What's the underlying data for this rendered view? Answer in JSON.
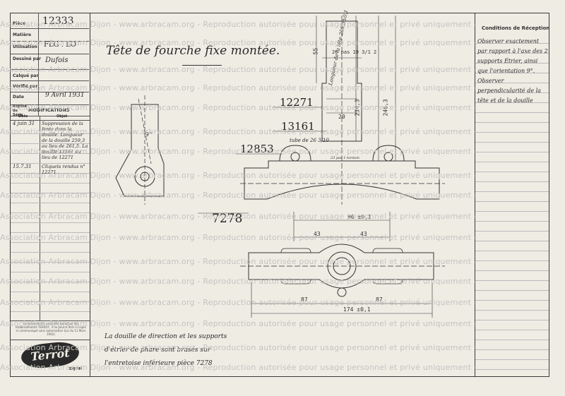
{
  "title_block": {
    "piece_label": "Pièce",
    "piece_value": "12333",
    "matiere_label": "Matière",
    "utilisation_label": "Utilisation",
    "utilisation_value": "FLG . LO",
    "dessine_label": "Dessiné par",
    "dessine_value": "Dufois",
    "calque_label": "Calqué par",
    "verifie_label": "Vérifié par",
    "date_label": "Date",
    "date_value": "9 Avril 1931",
    "repere_label": "Repère de Série"
  },
  "modifications": {
    "heading": "MODIFICATIONS",
    "col_date": "Date",
    "col_objet": "Objet",
    "entries": [
      {
        "date": "4 juin 31",
        "objet": "Suppression de la fente dans la douille. Longueur de la douille 259,3 au lieu de 261,5. La douille 13161 au lieu de 12271"
      },
      {
        "date": "15.7.31",
        "objet": "Cliquets rendus n° 12271"
      }
    ]
  },
  "legal_note": "Ce dessin est la propriété exclusive des Établissements TERROT, il ne pourra être ni copié ni communiqué sans autorisation (Loi du 11 Mars 1902)",
  "logo": {
    "brand": "Terrot",
    "city": "DIJON"
  },
  "drawing_title": "Tête de fourche fixe montée.",
  "parts": {
    "p1": "12271",
    "p2": "13161",
    "p3": "12853",
    "p4": "7278"
  },
  "dimensions": {
    "d1": "26 pas 19 3/1 2",
    "d2": "20",
    "d3": "55",
    "d4": "234,3",
    "d5": "246,3",
    "d6": "Longueur de la tête 259,3±0,1",
    "d7": "tube de 26 3/10",
    "d8": "23 pas 1 torsion",
    "d9": "86 ±0,1",
    "d10": "43",
    "d11": "43",
    "d12": "87",
    "d13": "87",
    "d14": "174 ±0,1",
    "angle": "9°"
  },
  "note_bottom": "La douille de direction et les supports d'étrier de phare sont brasés sur l'entretoise inférieure pièce 7278",
  "reception": {
    "heading": "Conditions de Réception",
    "text": "Observer exactement par rapport à l'axe des 2 supports Étrier, ainsi que l'orientation 9°. Observer perpendicularité de la tête et de la douille"
  },
  "watermark": "Association Arbracam Dijon - www.arbracam.org - Reproduction autorisée pour usage personnel et privé uniquement - ",
  "colors": {
    "paper": "#efece4",
    "ink": "#2a2a2a",
    "watermark": "#c4c3bf"
  }
}
